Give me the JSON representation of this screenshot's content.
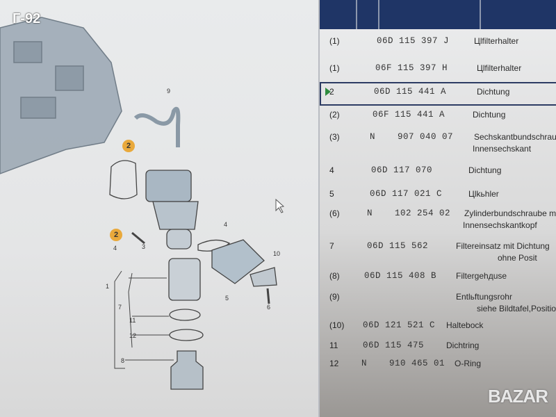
{
  "watermark": "Г-92",
  "diagram": {
    "badges": [
      "2",
      "2"
    ],
    "callouts": [
      "9",
      "4",
      "3",
      "4",
      "10",
      "5",
      "6",
      "1",
      "7",
      "11",
      "12",
      "8"
    ]
  },
  "table": {
    "rows": [
      {
        "pos": "(1)",
        "part": "06D 115 397 J",
        "desc": "Цlfilterhalter"
      },
      {
        "pos": "(1)",
        "part": "06F 115 397 H",
        "desc": "Цlfilterhalter"
      },
      {
        "pos": "2",
        "part": "06D 115 441 A",
        "desc": "Dichtung",
        "selected": true
      },
      {
        "pos": "(2)",
        "part": "06F 115 441 A",
        "desc": "Dichtung"
      },
      {
        "pos": "(3)",
        "part": "N    907 040 07",
        "desc": "Sechskantbundschraube",
        "desc2": "Innensechskant"
      },
      {
        "pos": "4",
        "part": "06D 117 070",
        "desc": "Dichtung"
      },
      {
        "pos": "5",
        "part": "06D 117 021 C",
        "desc": "Цlkьhler"
      },
      {
        "pos": "(6)",
        "part": "N    102 254 02",
        "desc": "Zylinderbundschraube m",
        "desc2": "Innensechskantkopf"
      },
      {
        "pos": "7",
        "part": "06D 115 562",
        "desc": "Filtereinsatz mit Dichtung",
        "desc2": "ohne Posit"
      },
      {
        "pos": "(8)",
        "part": "06D 115 408 B",
        "desc": "Filtergehдuse"
      },
      {
        "pos": "(9)",
        "part": "",
        "desc": "Entlьftungsrohr",
        "desc2": "siehe Bildtafel,Position"
      },
      {
        "pos": "(10)",
        "part": "06D 121 521 C",
        "desc": "Haltebock"
      },
      {
        "pos": "11",
        "part": "06D 115 475",
        "desc": "Dichtring"
      },
      {
        "pos": "12",
        "part": "N    910 465 01",
        "desc": "O-Ring"
      }
    ]
  },
  "logo": "BAZAR",
  "colors": {
    "header": "#1f3566",
    "badge": "#e9a93b",
    "selection": "#2c3b63"
  }
}
